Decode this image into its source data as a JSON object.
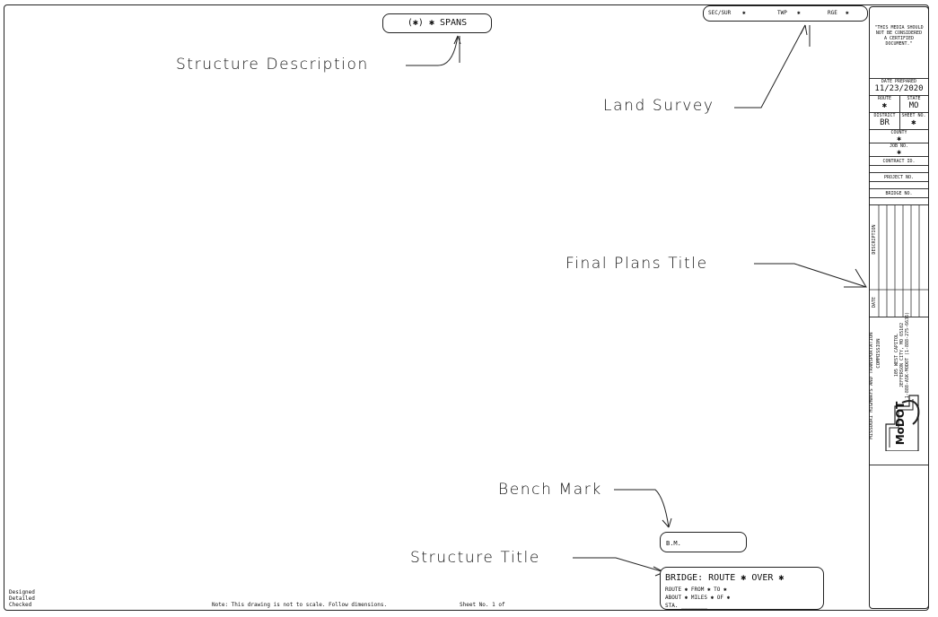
{
  "header": {
    "spans_label": "(✱) ✱ SPANS",
    "sec_sur_label": "SEC/SUR",
    "sec_sur_value": "✱",
    "twp_label": "TWP",
    "twp_value": "✱",
    "rge_label": "RGE",
    "rge_value": "✱"
  },
  "callouts": {
    "structure_description": "Structure Description",
    "land_survey": "Land Survey",
    "final_plans_title": "Final Plans Title",
    "bench_mark": "Bench Mark",
    "structure_title": "Structure Title"
  },
  "bench_mark_box": {
    "text": "B.M."
  },
  "bridge_title": {
    "heading": "BRIDGE: ROUTE ✱ OVER ✱",
    "line1": "ROUTE ✱ FROM ✱ TO ✱",
    "line2": "ABOUT ✱ MILES ✱ OF ✱",
    "line3": "STA. ________"
  },
  "footer": {
    "designed": "Designed",
    "detailed": "Detailed",
    "checked": "Checked",
    "note": "Note: This drawing is not to scale. Follow dimensions.",
    "sheet": "Sheet No. 1 of"
  },
  "title_block": {
    "media_note": "\"THIS MEDIA SHOULD NOT BE CONSIDERED A CERTIFIED DOCUMENT.\"",
    "date_prepared_label": "DATE PREPARED",
    "date_prepared": "11/23/2020",
    "route_label": "ROUTE",
    "route_value": "✱",
    "state_label": "STATE",
    "state_value": "MO",
    "district_label": "DISTRICT",
    "district_value": "BR",
    "sheet_no_label": "SHEET NO.",
    "sheet_no_value": "✱",
    "county_label": "COUNTY",
    "county_value": "✱",
    "job_no_label": "JOB NO.",
    "job_no_value": "✱",
    "contract_id_label": "CONTRACT ID.",
    "project_no_label": "PROJECT NO.",
    "bridge_no_label": "BRIDGE NO.",
    "description_label": "DESCRIPTION",
    "date_label": "DATE",
    "commission_line1": "MISSOURI HIGHWAYS AND TRANSPORTATION",
    "commission_line2": "COMMISSION",
    "address_line1": "105 WEST CAPITOL",
    "address_line2": "JEFFERSON CITY, MO 65102",
    "address_line3": "1-888-ASK-MODOT (1-888-275-6636)",
    "logo_text": "MoDOT"
  }
}
